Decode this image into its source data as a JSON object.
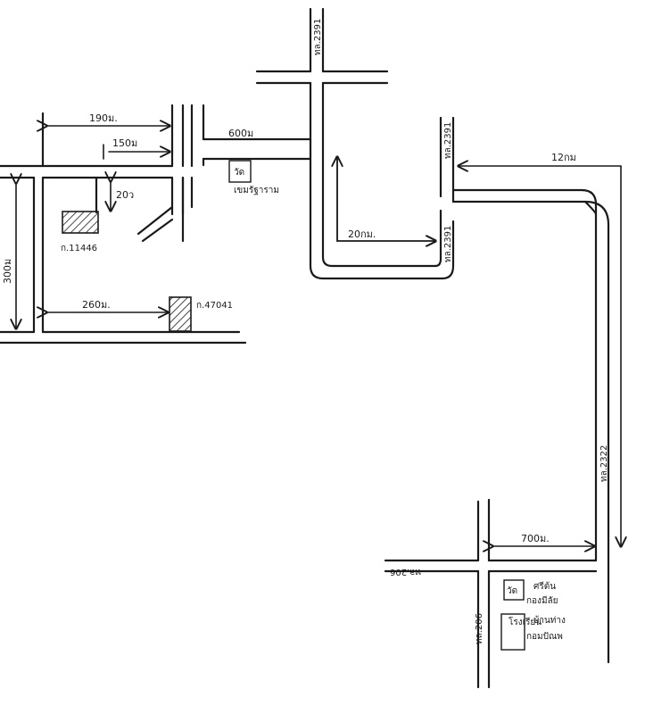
{
  "roads": {
    "hwy_2391_top": "ทล.2391",
    "hwy_2391_right": "ทล.2391",
    "hwy_2391_lower": "ทล.2391",
    "hwy_2322": "ทล.2322",
    "hwy_206": "ทล.206"
  },
  "distances": {
    "d190": "190ม.",
    "d150": "150ม",
    "d20a": "20ว",
    "d300": "300ม",
    "d260": "260ม.",
    "d600": "600ม",
    "d20km": "20กม.",
    "d12km": "12กม",
    "d700": "700ม."
  },
  "places": {
    "temple_mark": "วัด",
    "temple_name": "เขมรัฐาราม",
    "parcel_11446": "ก.11446",
    "parcel_47041": "ก.47041",
    "box1_line1": "วัด",
    "box1_line2": "ศรีต้น",
    "box1_line3": "กองมีลัย",
    "box2_line1": "โรงเรียน",
    "box2_line2": "บ้านท่าง",
    "box2_line3": "กอมปัณพ"
  }
}
